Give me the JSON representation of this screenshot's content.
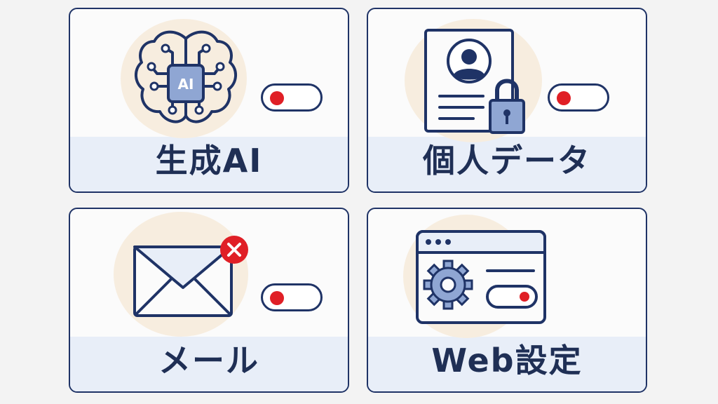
{
  "cards": [
    {
      "label": "生成AI",
      "icon": "ai-brain-icon",
      "badge": "AI",
      "toggle_on": false
    },
    {
      "label": "個人データ",
      "icon": "personal-data-lock-icon",
      "toggle_on": false
    },
    {
      "label": "メール",
      "icon": "mail-blocked-icon",
      "toggle_on": false
    },
    {
      "label": "Web設定",
      "icon": "web-settings-icon",
      "toggle_on": false
    }
  ],
  "colors": {
    "border": "#1f3366",
    "accent": "#e01f26",
    "label_band": "#e8eef8",
    "icon_blob": "#f7eddf"
  }
}
